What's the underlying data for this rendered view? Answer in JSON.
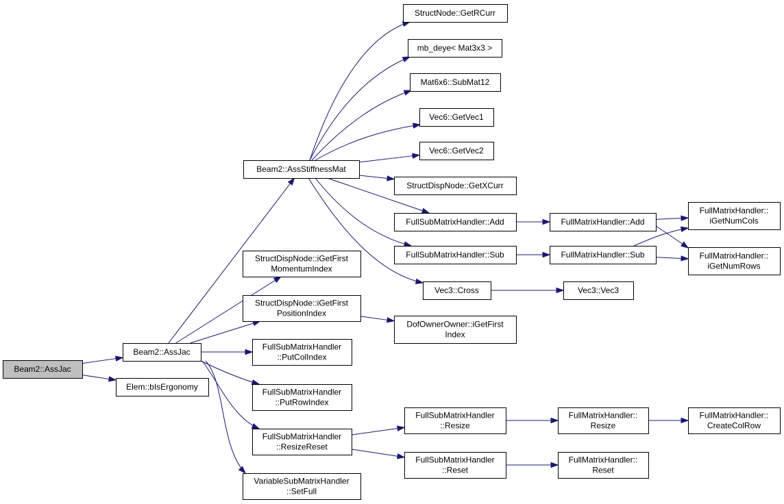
{
  "nodes": {
    "beam2_assjac": [
      "Beam2::AssJac"
    ],
    "beam2_asjac": [
      "Beam2::AssJac"
    ],
    "elem_bisergonomy": [
      "Elem::bIsErgonomy"
    ],
    "beam2_assstiffnessmat": [
      "Beam2::AssStiffnessMat"
    ],
    "structdispnode_igetfirstmomentumindex": [
      "StructDispNode::iGetFirst",
      "MomentumIndex"
    ],
    "structdispnode_igetfirstpositionindex": [
      "StructDispNode::iGetFirst",
      "PositionIndex"
    ],
    "fullsub_putcolindex": [
      "FullSubMatrixHandler",
      "::PutColIndex"
    ],
    "fullsub_putrowindex": [
      "FullSubMatrixHandler",
      "::PutRowIndex"
    ],
    "fullsub_resizereset": [
      "FullSubMatrixHandler",
      "::ResizeReset"
    ],
    "variablesub_setfull": [
      "VariableSubMatrixHandler",
      "::SetFull"
    ],
    "structnode_getrcurr": [
      "StructNode::GetRCurr"
    ],
    "mb_deye": [
      "mb_deye< Mat3x3 >"
    ],
    "mat6x6_submat12": [
      "Mat6x6::SubMat12"
    ],
    "vec6_getvec1": [
      "Vec6::GetVec1"
    ],
    "vec6_getvec2": [
      "Vec6::GetVec2"
    ],
    "structdispnode_getxcurr": [
      "StructDispNode::GetXCurr"
    ],
    "fullsub_add": [
      "FullSubMatrixHandler::Add"
    ],
    "fullsub_sub": [
      "FullSubMatrixHandler::Sub"
    ],
    "vec3_cross": [
      "Vec3::Cross"
    ],
    "dofownerowner_igetfirstindex": [
      "DofOwnerOwner::iGetFirst",
      "Index"
    ],
    "fullsub_resize": [
      "FullSubMatrixHandler",
      "::Resize"
    ],
    "fullsub_reset": [
      "FullSubMatrixHandler",
      "::Reset"
    ],
    "fullmatrix_add": [
      "FullMatrixHandler::Add"
    ],
    "fullmatrix_sub": [
      "FullMatrixHandler::Sub"
    ],
    "vec3_vec3": [
      "Vec3::Vec3"
    ],
    "fullmatrix_resize": [
      "FullMatrixHandler::",
      "Resize"
    ],
    "fullmatrix_reset": [
      "FullMatrixHandler::",
      "Reset"
    ],
    "fullmatrix_igetnumcols": [
      "FullMatrixHandler::",
      "iGetNumCols"
    ],
    "fullmatrix_igetnumrows": [
      "FullMatrixHandler::",
      "iGetNumRows"
    ],
    "fullmatrix_createcolrow": [
      "FullMatrixHandler::",
      "CreateColRow"
    ]
  },
  "root": "beam2_asjac",
  "edges": [
    [
      "beam2_asjac",
      "beam2_assjac"
    ],
    [
      "beam2_asjac",
      "elem_bisergonomy"
    ],
    [
      "beam2_assjac",
      "beam2_assstiffnessmat"
    ],
    [
      "beam2_assjac",
      "structdispnode_igetfirstmomentumindex"
    ],
    [
      "beam2_assjac",
      "structdispnode_igetfirstpositionindex"
    ],
    [
      "beam2_assjac",
      "fullsub_putcolindex"
    ],
    [
      "beam2_assjac",
      "fullsub_putrowindex"
    ],
    [
      "beam2_assjac",
      "fullsub_resizereset"
    ],
    [
      "beam2_assjac",
      "variablesub_setfull"
    ],
    [
      "beam2_assstiffnessmat",
      "structnode_getrcurr"
    ],
    [
      "beam2_assstiffnessmat",
      "mb_deye"
    ],
    [
      "beam2_assstiffnessmat",
      "mat6x6_submat12"
    ],
    [
      "beam2_assstiffnessmat",
      "vec6_getvec1"
    ],
    [
      "beam2_assstiffnessmat",
      "vec6_getvec2"
    ],
    [
      "beam2_assstiffnessmat",
      "structdispnode_getxcurr"
    ],
    [
      "beam2_assstiffnessmat",
      "fullsub_add"
    ],
    [
      "beam2_assstiffnessmat",
      "fullsub_sub"
    ],
    [
      "beam2_assstiffnessmat",
      "vec3_cross"
    ],
    [
      "structdispnode_igetfirstpositionindex",
      "dofownerowner_igetfirstindex"
    ],
    [
      "fullsub_resizereset",
      "fullsub_resize"
    ],
    [
      "fullsub_resizereset",
      "fullsub_reset"
    ],
    [
      "fullsub_add",
      "fullmatrix_add"
    ],
    [
      "fullsub_sub",
      "fullmatrix_sub"
    ],
    [
      "vec3_cross",
      "vec3_vec3"
    ],
    [
      "fullsub_resize",
      "fullmatrix_resize"
    ],
    [
      "fullsub_reset",
      "fullmatrix_reset"
    ],
    [
      "fullmatrix_add",
      "fullmatrix_igetnumcols"
    ],
    [
      "fullmatrix_add",
      "fullmatrix_igetnumrows"
    ],
    [
      "fullmatrix_sub",
      "fullmatrix_igetnumcols"
    ],
    [
      "fullmatrix_sub",
      "fullmatrix_igetnumrows"
    ],
    [
      "fullmatrix_resize",
      "fullmatrix_createcolrow"
    ]
  ],
  "colors": {
    "edge": "#191970",
    "root_fill": "#bfbfbf",
    "node_fill": "#ffffff",
    "node_stroke": "#000000"
  }
}
